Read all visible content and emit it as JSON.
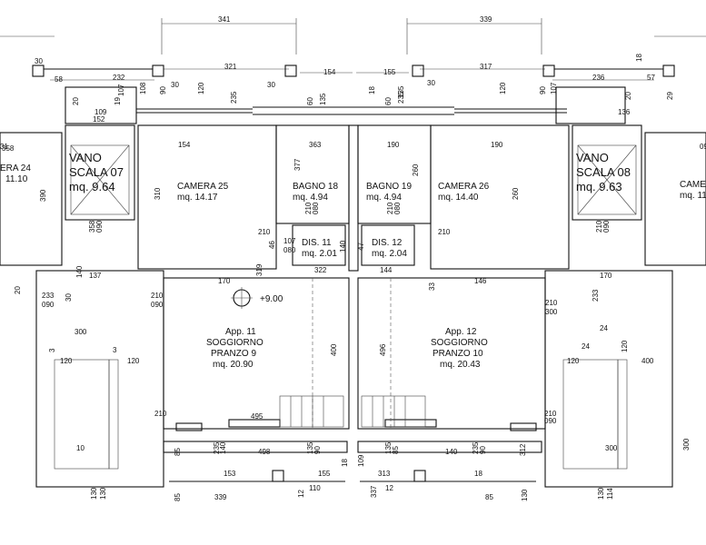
{
  "rooms": {
    "vano07": {
      "l1": "VANO",
      "l2": "SCALA 07",
      "l3": "mq. 9.64"
    },
    "vano08": {
      "l1": "VANO",
      "l2": "SCALA 08",
      "l3": "mq. 9.63"
    },
    "camera24": {
      "l1": "ERA 24",
      "l2": "11.10"
    },
    "camera25": {
      "l1": "CAMERA 25",
      "l2": "mq. 14.17"
    },
    "bagno18": {
      "l1": "BAGNO 18",
      "l2": "mq. 4.94"
    },
    "bagno19": {
      "l1": "BAGNO 19",
      "l2": "mq. 4.94"
    },
    "camera26": {
      "l1": "CAMERA 26",
      "l2": "mq. 14.40"
    },
    "camera27": {
      "l1": "CAME",
      "l2": "mq. 11"
    },
    "dis11": {
      "l1": "DIS. 11",
      "l2": "mq. 2.01"
    },
    "dis12": {
      "l1": "DIS. 12",
      "l2": "mq. 2.04"
    },
    "app11": {
      "l1": "App. 11",
      "l2": "SOGGIORNO",
      "l3": "PRANZO 9",
      "l4": "mq. 20.90"
    },
    "app12": {
      "l1": "App. 12",
      "l2": "SOGGIORNO",
      "l3": "PRANZO 10",
      "l4": "mq. 20.43"
    }
  },
  "level": "+9.00",
  "dims": [
    "341",
    "339",
    "321",
    "317",
    "154",
    "155",
    "232",
    "236",
    "30",
    "30",
    "30",
    "30",
    "58",
    "57",
    "18",
    "18",
    "108",
    "90",
    "90",
    "120",
    "120",
    "235",
    "235",
    "60",
    "60",
    "135",
    "135",
    "107",
    "107",
    "20",
    "20",
    "19",
    "29",
    "109",
    "152",
    "136",
    "154",
    "363",
    "190",
    "190",
    "358",
    "310",
    "377",
    "260",
    "260",
    "390",
    "358",
    "090",
    "210",
    "090",
    "210",
    "080",
    "210",
    "080",
    "210",
    "46",
    "107",
    "080",
    "210",
    "47",
    "140",
    "140",
    "137",
    "170",
    "170",
    "322",
    "144",
    "146",
    "319",
    "33",
    "20",
    "30",
    "233",
    "233",
    "090",
    "210",
    "090",
    "210",
    "300",
    "300",
    "24",
    "3",
    "3",
    "24",
    "120",
    "120",
    "120",
    "120",
    "400",
    "400",
    "496",
    "495",
    "498",
    "140",
    "235",
    "140",
    "235",
    "90",
    "135",
    "90",
    "135",
    "85",
    "85",
    "312",
    "153",
    "155",
    "313",
    "18",
    "18",
    "109",
    "110",
    "12",
    "12",
    "337",
    "339",
    "85",
    "85",
    "130",
    "130",
    "130",
    "130",
    "114",
    "300",
    "300",
    "10",
    "31",
    "090",
    "210",
    "090",
    "210"
  ]
}
